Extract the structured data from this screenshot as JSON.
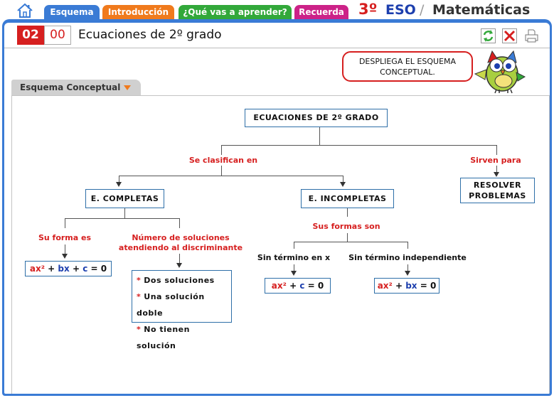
{
  "nav": {
    "tabs": [
      "Esquema",
      "Introducción",
      "¿Qué vas a aprender?",
      "Recuerda"
    ],
    "brand_grade": "3º",
    "brand_level": "ESO",
    "brand_sep": "/",
    "brand_subject": "Matemáticas"
  },
  "header": {
    "unit": "02",
    "page": "00",
    "title": "Ecuaciones de 2º grado"
  },
  "bubble": {
    "line1": "DESPLIEGA EL ESQUEMA",
    "line2": "CONCEPTUAL."
  },
  "section_tab": "Esquema Conceptual",
  "map": {
    "root": "ECUACIONES DE 2º GRADO",
    "label_clasifican": "Se clasifican en",
    "label_sirven": "Sirven para",
    "resolver_1": "RESOLVER",
    "resolver_2": "PROBLEMAS",
    "completas": "E. COMPLETAS",
    "incompletas": "E. INCOMPLETAS",
    "label_forma": "Su forma es",
    "label_num_1": "Número de soluciones",
    "label_num_2": "atendiendo al discriminante",
    "label_formas": "Sus formas son",
    "label_sin_x": "Sin término en x",
    "label_sin_ind": "Sin término independiente",
    "solutions": [
      "Dos soluciones",
      "Una solución doble",
      "No tienen solución"
    ],
    "formula_complete": {
      "a": "ax²",
      "plus1": " + ",
      "b": "bx",
      "plus2": " + ",
      "c": "c",
      "eq": " = 0"
    },
    "formula_sin_x": {
      "a": "ax²",
      "plus": " + ",
      "c": "c",
      "eq": " = 0"
    },
    "formula_sin_ind": {
      "a": "ax²",
      "plus": " + ",
      "b": "bx",
      "eq": " = 0"
    }
  },
  "colors": {
    "accent": "#3a7bd5",
    "red": "#d61f1f",
    "blue": "#1d3fae"
  }
}
